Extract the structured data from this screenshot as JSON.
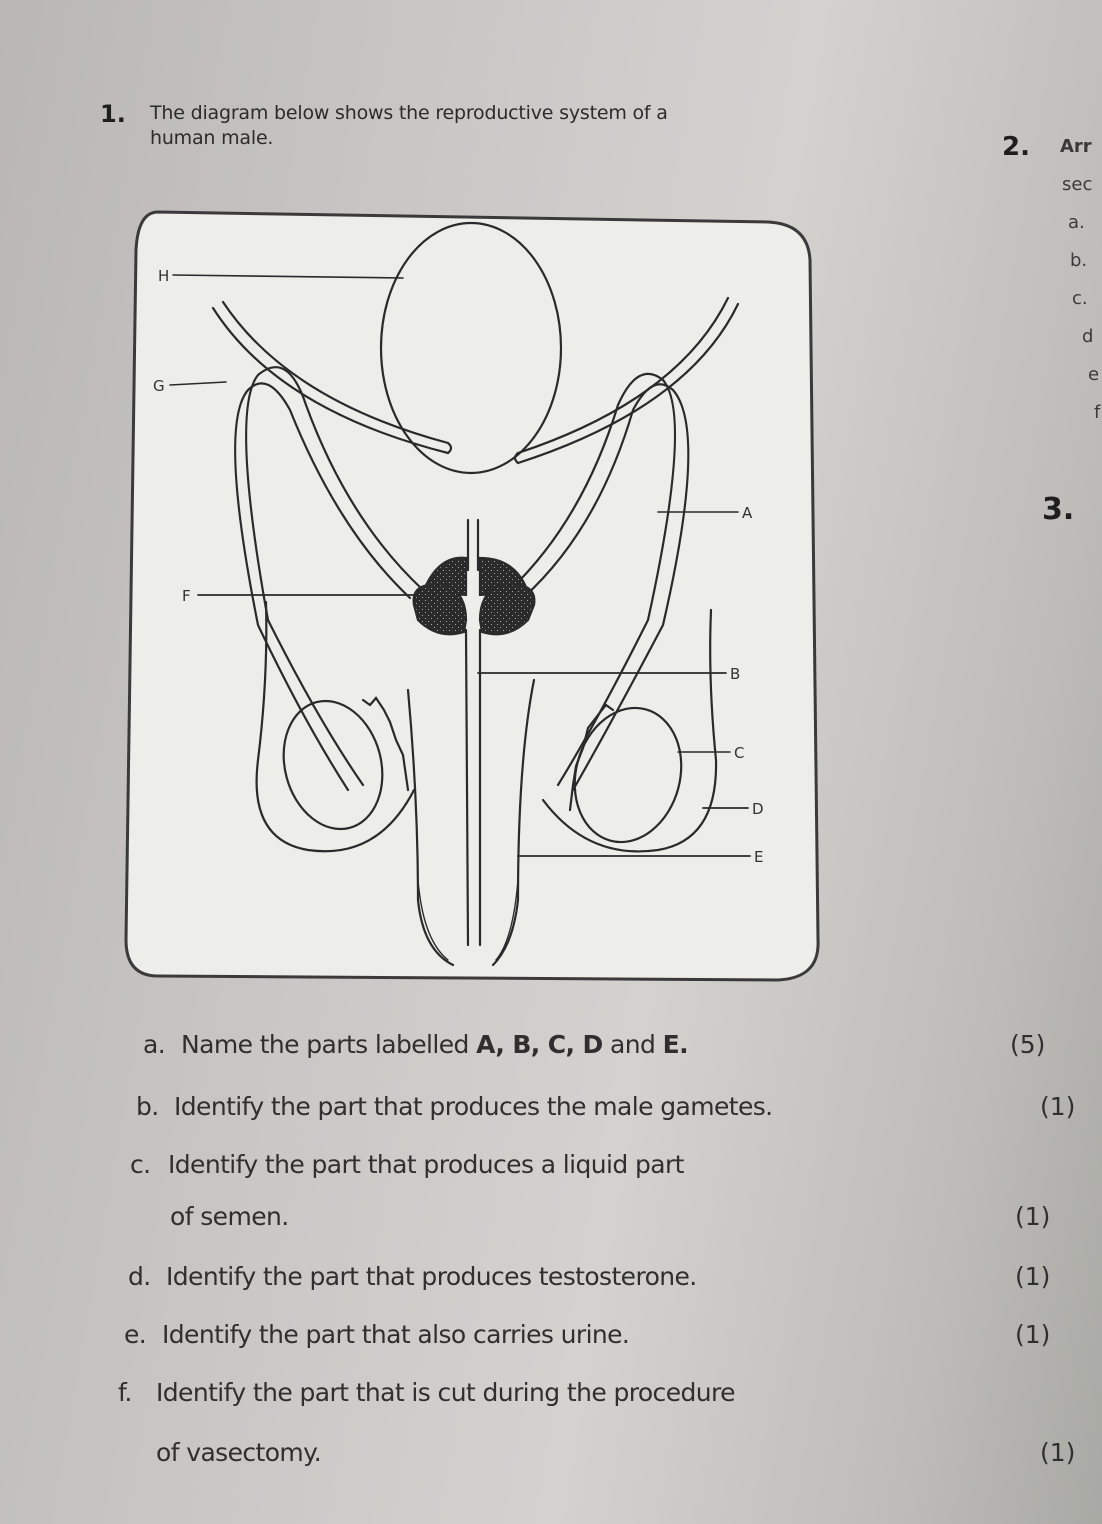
{
  "question1": {
    "number": "1.",
    "prompt_line1": "The diagram below shows the reproductive system of a",
    "prompt_line2": "human male.",
    "diagram": {
      "title": "Human male reproductive system",
      "labels": [
        "H",
        "G",
        "A",
        "F",
        "B",
        "C",
        "D",
        "E"
      ]
    },
    "subquestions": [
      {
        "letter": "a.",
        "text": "Name the parts labelled ",
        "bold_text": "A, B, C, D",
        "text_mid": " and ",
        "bold_end": "E.",
        "marks": "(5)"
      },
      {
        "letter": "b.",
        "text": "Identify the part that produces the male gametes.",
        "marks": "(1)"
      },
      {
        "letter": "c.",
        "text": "Identify the part that produces a liquid part",
        "text_line2": "of semen.",
        "marks": "(1)"
      },
      {
        "letter": "d.",
        "text": "Identify the part that produces testosterone.",
        "marks": "(1)"
      },
      {
        "letter": "e.",
        "text": "Identify the part that also carries urine.",
        "marks": "(1)"
      },
      {
        "letter": "f.",
        "text": "Identify the part that is cut during the procedure",
        "text_line2": "of vasectomy.",
        "marks": "(1)"
      }
    ]
  },
  "question2_partial": {
    "number": "2.",
    "text_fragment": "Arr",
    "line2_fragment": "sec",
    "items": [
      "a.",
      "b.",
      "c.",
      "d",
      "e",
      "f"
    ]
  },
  "question3_partial": {
    "number": "3."
  }
}
